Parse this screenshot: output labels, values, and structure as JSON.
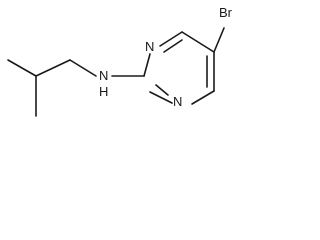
{
  "molecule": {
    "atoms": {
      "n_ring_top": "N",
      "n_ring_bottom": "N",
      "bromine": "Br",
      "amine_n": "N",
      "amine_h": "H"
    }
  }
}
